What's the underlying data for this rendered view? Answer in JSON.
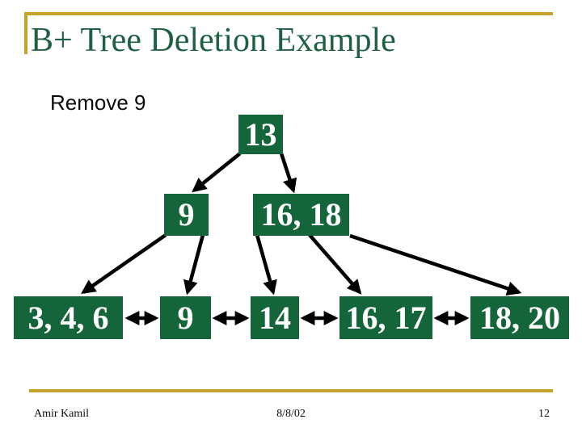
{
  "slide": {
    "title": "B+ Tree Deletion Example",
    "action_label": "Remove 9"
  },
  "tree": {
    "root": {
      "label": "13"
    },
    "internal": [
      {
        "label": "9"
      },
      {
        "label": "16, 18"
      }
    ],
    "leaves": [
      {
        "label": "3, 4, 6"
      },
      {
        "label": "9"
      },
      {
        "label": "14"
      },
      {
        "label": "16, 17"
      },
      {
        "label": "18, 20"
      }
    ]
  },
  "footer": {
    "author": "Amir Kamil",
    "date": "8/8/02",
    "page_number": "12"
  },
  "colors": {
    "node_green": "#15653A",
    "title_green": "#1E6044",
    "accent_gold": "#C6A12E",
    "text_black": "#0A0A0A",
    "node_text": "#FFFFFF",
    "background": "#FFFFFF"
  }
}
